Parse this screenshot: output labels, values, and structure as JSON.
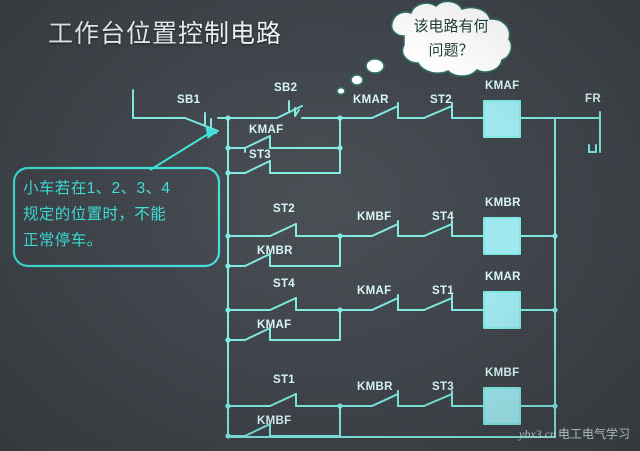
{
  "page": {
    "title": "工作台位置控制电路",
    "background_color": "#3c4248",
    "line_color": "#7fe9e2",
    "accent_color": "#3ee0d8",
    "coil_fill": "#9fe8ef"
  },
  "thought_cloud": {
    "line1": "该电路有何",
    "line2": "问题？"
  },
  "callout": {
    "line1": "小车若在1、2、3、4",
    "line2": "规定的位置时，不能",
    "line3": "正常停车。"
  },
  "labels": {
    "sb1": "SB1",
    "sb2": "SB2",
    "fr": "FR",
    "rung1": {
      "aux_kmaf": "KMAF",
      "aux_st3": "ST3",
      "contact_kmar": "KMAR",
      "contact_st2": "ST2",
      "coil": "KMAF"
    },
    "rung2": {
      "start": "ST2",
      "aux": "KMBR",
      "contact_kmbf": "KMBF",
      "contact_st4": "ST4",
      "coil": "KMBR"
    },
    "rung3": {
      "start": "ST4",
      "aux": "KMAF",
      "contact_kmaf": "KMAF",
      "contact_st1": "ST1",
      "coil": "KMAR"
    },
    "rung4": {
      "start": "ST1",
      "aux": "KMBF",
      "contact_kmbr": "KMBR",
      "contact_st3": "ST3",
      "coil": "KMBF"
    }
  },
  "watermark": {
    "site": "ybx3.cn",
    "text": "电工电气学习"
  }
}
